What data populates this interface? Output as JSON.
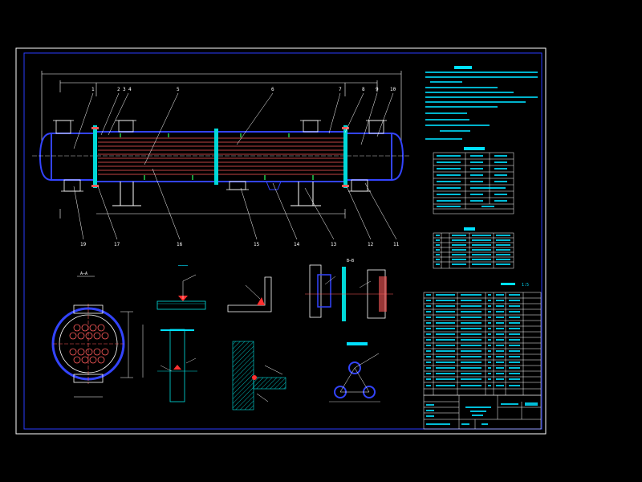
{
  "colors": {
    "background": "#000000",
    "frame": "#ffffff",
    "inner_frame": "#2a3cff",
    "shell": "#3344ff",
    "tubes": "#ff5a5a",
    "flange": "#00d8d8",
    "dimension": "#ffffff",
    "text": "#00e0ff",
    "weld_red": "#ff3030",
    "hatch": "#00e0e0",
    "support": "#ffffff"
  },
  "balloons": {
    "top": [
      "1",
      "2",
      "3",
      "4",
      "5",
      "6",
      "7",
      "8",
      "9",
      "10"
    ],
    "bottom": [
      "19",
      "17",
      "16",
      "15",
      "14",
      "13",
      "12",
      "11"
    ]
  },
  "section_labels": {
    "aa": "A—A",
    "bb": "B—B"
  },
  "title_block": {
    "scale": "1:5"
  }
}
